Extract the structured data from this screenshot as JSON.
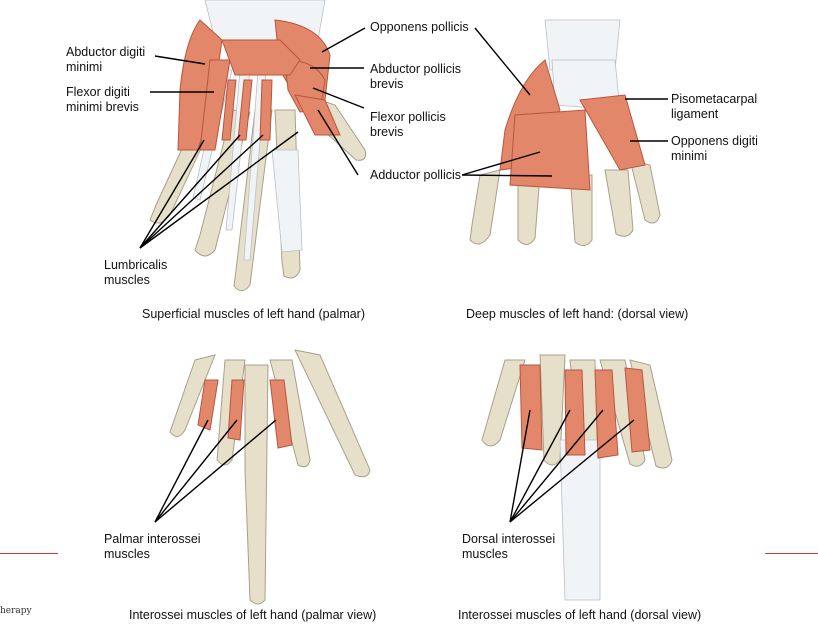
{
  "panels": {
    "superficial": {
      "caption": "Superficial muscles of left hand (palmar)",
      "labels": {
        "abductor_digiti_minimi": [
          "Abductor digiti",
          "minimi"
        ],
        "flexor_digiti_minimi_brevis": [
          "Flexor digiti",
          "minimi brevis"
        ],
        "opponens_pollicis": [
          "Opponens pollicis"
        ],
        "abductor_pollicis_brevis": [
          "Abductor pollicis",
          "brevis"
        ],
        "flexor_pollicis_brevis": [
          "Flexor pollicis",
          "brevis"
        ],
        "adductor_pollicis": [
          "Adductor pollicis"
        ],
        "lumbricalis": [
          "Lumbricalis",
          "muscles"
        ]
      }
    },
    "deep": {
      "caption": "Deep muscles of left hand: (dorsal view)",
      "labels": {
        "pisometacarpal_ligament": [
          "Pisometacarpal",
          "ligament"
        ],
        "opponens_digiti_minimi": [
          "Opponens digiti",
          "minimi"
        ]
      }
    },
    "palmar_interossei": {
      "caption": "Interossei muscles of left hand (palmar view)",
      "labels": {
        "palmar_interossei": [
          "Palmar interossei",
          "muscles"
        ]
      }
    },
    "dorsal_interossei": {
      "caption": "Interossei muscles of left hand (dorsal view)",
      "labels": {
        "dorsal_interossei": [
          "Dorsal interossei",
          "muscles"
        ]
      }
    }
  },
  "footer_fragment": "herapy",
  "colors": {
    "muscle": "#e3876a",
    "bone": "#e6e0cb",
    "tendon": "#f1f4f7",
    "rule": "#d33a2c"
  }
}
